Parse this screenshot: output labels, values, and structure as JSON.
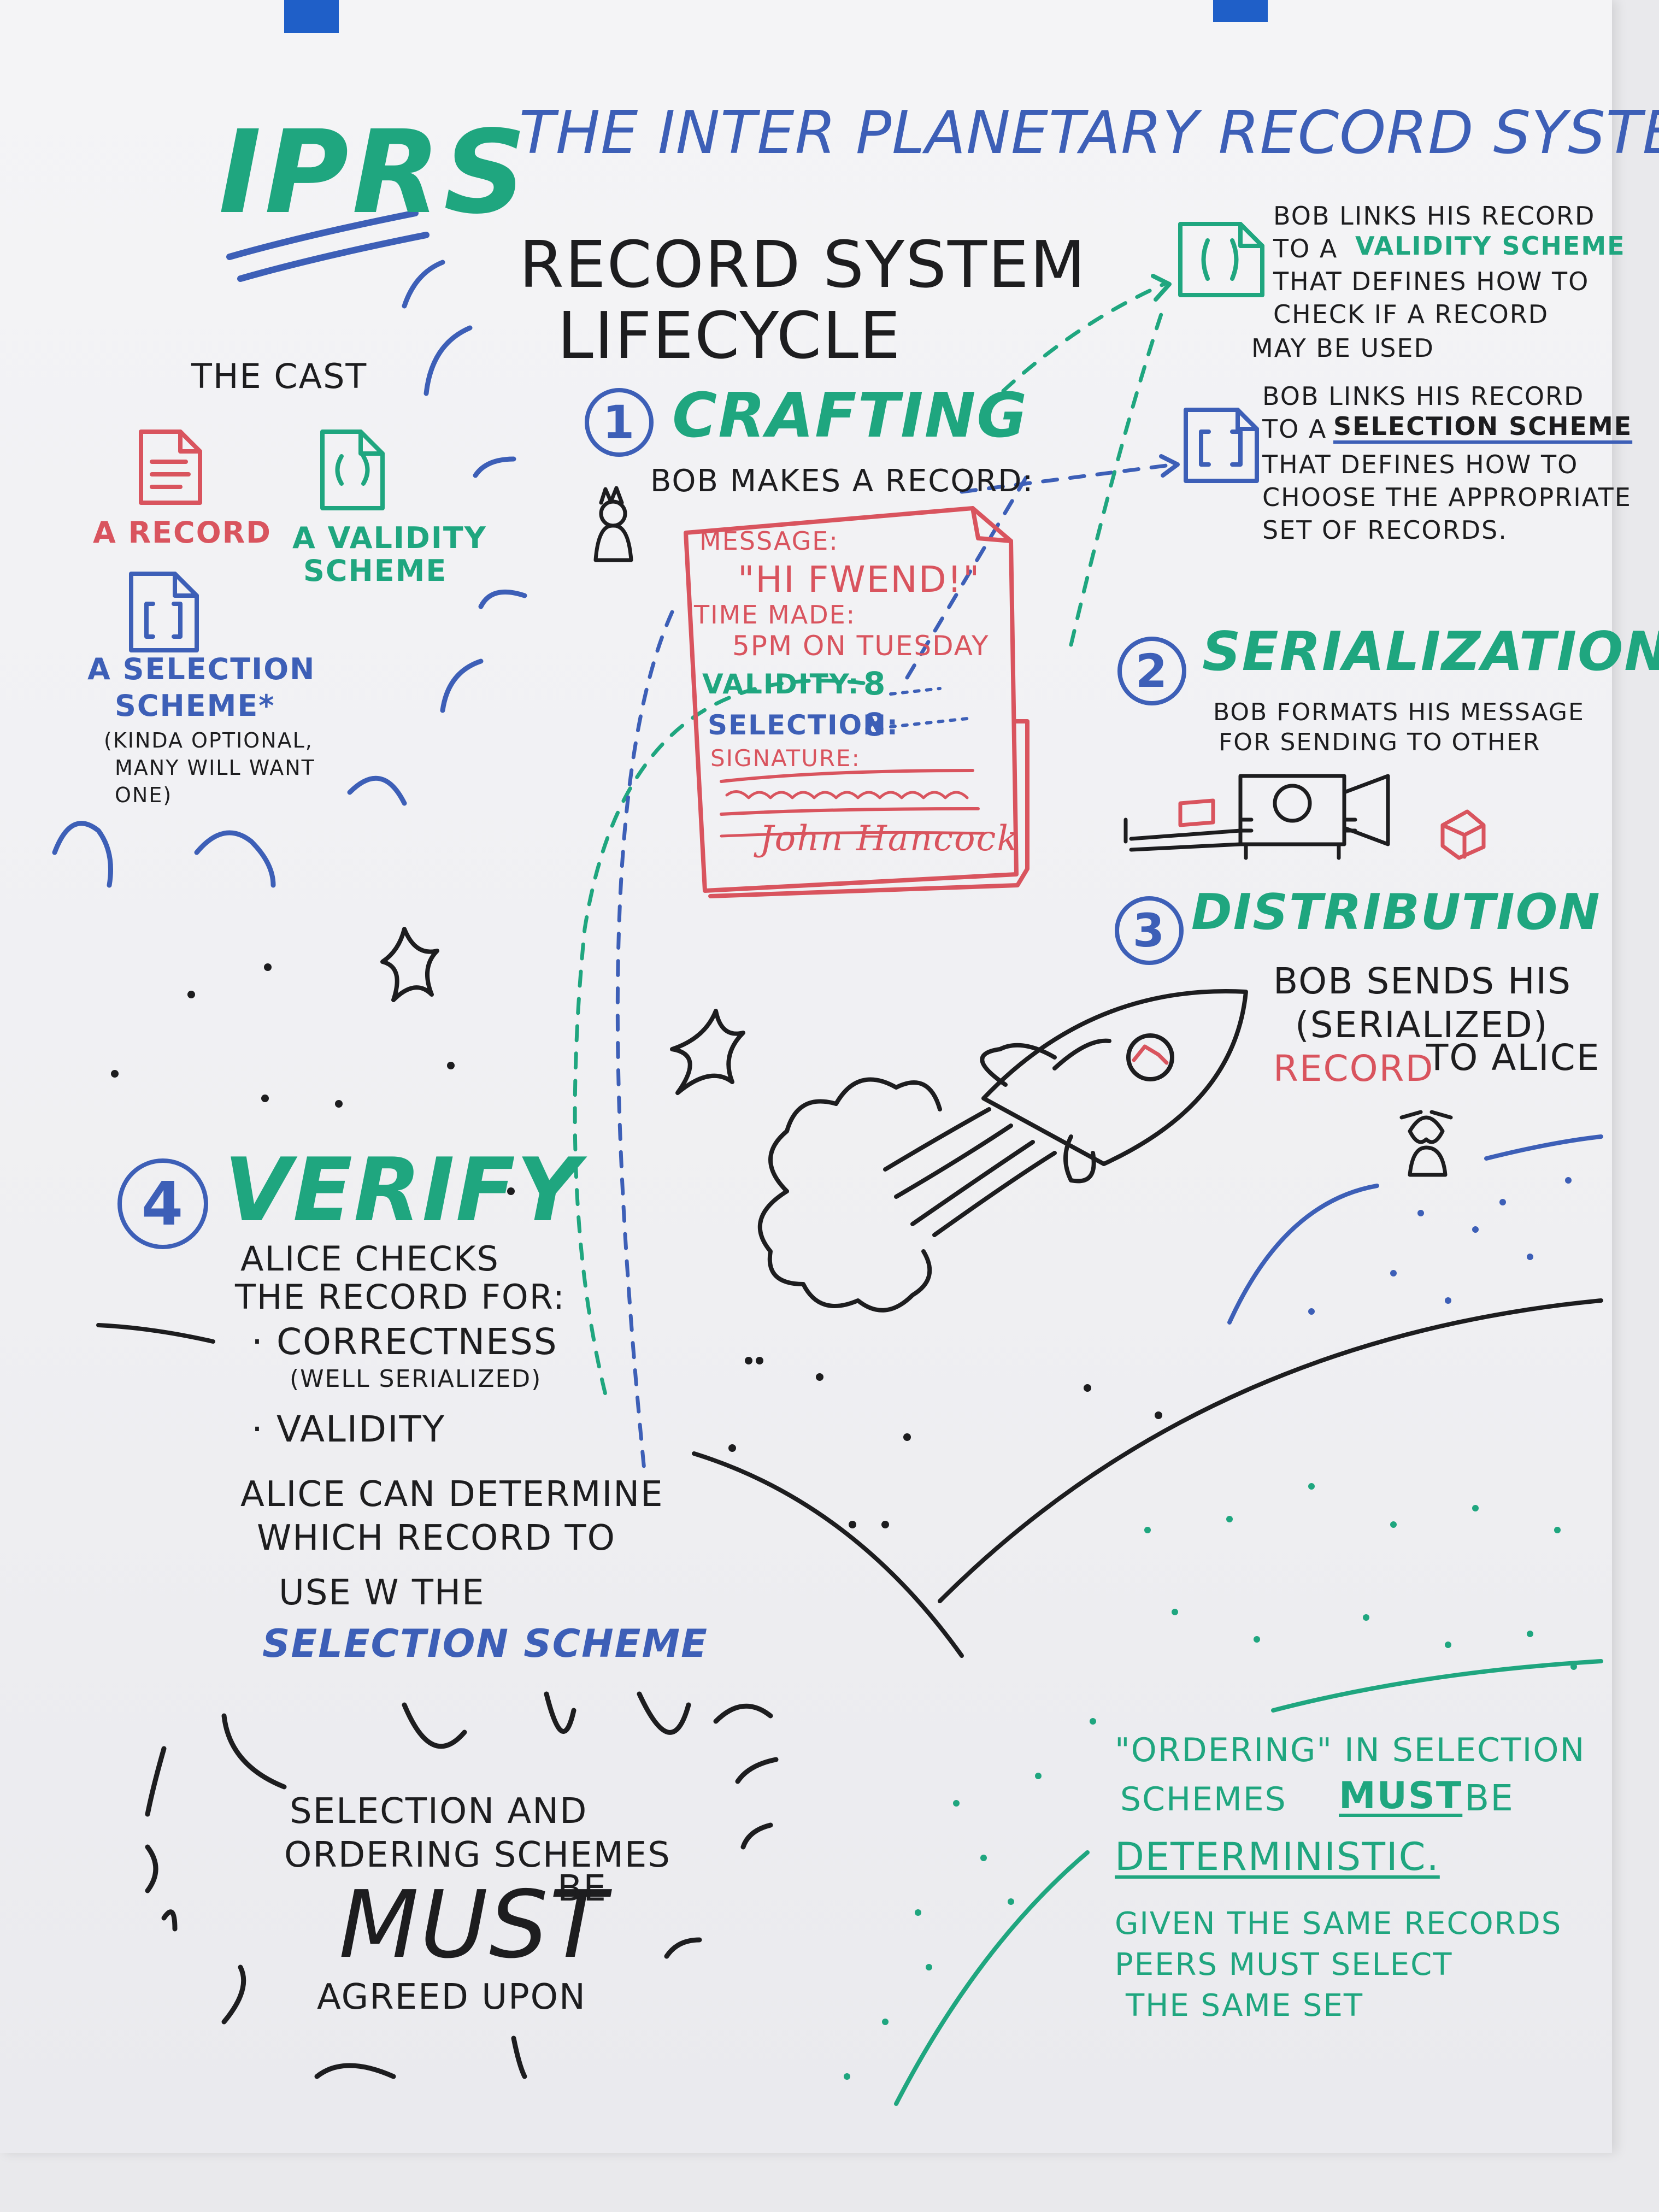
{
  "title": {
    "acronym": "IPRS",
    "full_name": "THE INTER PLANETARY RECORD SYSTEM"
  },
  "heading": {
    "line1": "RECORD SYSTEM",
    "line2": "LIFECYCLE"
  },
  "cast": {
    "heading": "THE CAST",
    "record_label": "A RECORD",
    "validity_label_1": "A VALIDITY",
    "validity_label_2": "SCHEME",
    "selection_label_1": "A SELECTION",
    "selection_label_2": "SCHEME*",
    "note_1": "(KINDA OPTIONAL,",
    "note_2": "MANY WILL WANT",
    "note_3": "ONE)"
  },
  "crafting": {
    "number": "1",
    "title": "CRAFTING",
    "caption": "BOB MAKES A RECORD:",
    "card": {
      "message_label": "MESSAGE:",
      "message_value": "\"HI FWEND!\"",
      "time_label": "TIME MADE:",
      "time_value": "5PM ON TUESDAY",
      "validity_label": "VALIDITY:",
      "validity_value": "8",
      "selection_label": "SELECTION:",
      "selection_value": "8",
      "signature_label": "SIGNATURE:",
      "signature_value": "John Hancock"
    }
  },
  "validity_note": {
    "line1": "BOB LINKS HIS RECORD",
    "line2_a": "TO A",
    "line2_b": "VALIDITY SCHEME",
    "line3": "THAT DEFINES HOW TO",
    "line4": "CHECK IF A RECORD",
    "line5": "MAY BE USED"
  },
  "selection_note": {
    "line1": "BOB LINKS HIS RECORD",
    "line2_a": "TO A",
    "line2_b": "SELECTION SCHEME",
    "line3": "THAT DEFINES HOW TO",
    "line4": "CHOOSE THE APPROPRIATE",
    "line5": "SET OF RECORDS."
  },
  "serialization": {
    "number": "2",
    "title": "SERIALIZATION",
    "line1": "BOB FORMATS HIS MESSAGE",
    "line2": "FOR SENDING TO OTHER"
  },
  "distribution": {
    "number": "3",
    "title": "DISTRIBUTION",
    "line1": "BOB SENDS HIS",
    "line2": "(SERIALIZED)",
    "line3_a": "RECORD",
    "line3_b": "TO ALICE"
  },
  "verify": {
    "number": "4",
    "title": "VERIFY",
    "line1": "ALICE CHECKS",
    "line2": "THE RECORD FOR:",
    "bullet1": "· CORRECTNESS",
    "bullet1_note": "(WELL SERIALIZED)",
    "bullet2": "· VALIDITY",
    "para1": "ALICE CAN DETERMINE",
    "para2": "WHICH RECORD TO",
    "para3": "USE W THE",
    "para4": "SELECTION SCHEME"
  },
  "agreement": {
    "line1": "SELECTION AND",
    "line2": "ORDERING SCHEMES",
    "must": "MUST",
    "be": "BE",
    "line4": "AGREED UPON"
  },
  "ordering": {
    "line1": "\"ORDERING\" IN SELECTION",
    "line2_a": "SCHEMES",
    "line2_must": "MUST",
    "line2_b": "BE",
    "line3": "DETERMINISTIC.",
    "line4": "GIVEN THE SAME RECORDS",
    "line5": "PEERS MUST SELECT",
    "line6": "THE SAME SET"
  },
  "icons": {
    "record": "record-document-icon",
    "validity": "validity-scheme-icon",
    "selection": "selection-scheme-icon",
    "rocket": "rocket-icon",
    "bob": "bob-figure-icon",
    "alice": "alice-figure-icon",
    "machine": "serializer-machine-icon",
    "package": "package-icon"
  },
  "colors": {
    "ink_black": "#1d1d1f",
    "ink_green": "#1fa67f",
    "ink_blue": "#3d5fb7",
    "ink_red": "#d9545e",
    "tape_blue": "#1f5fc8"
  }
}
